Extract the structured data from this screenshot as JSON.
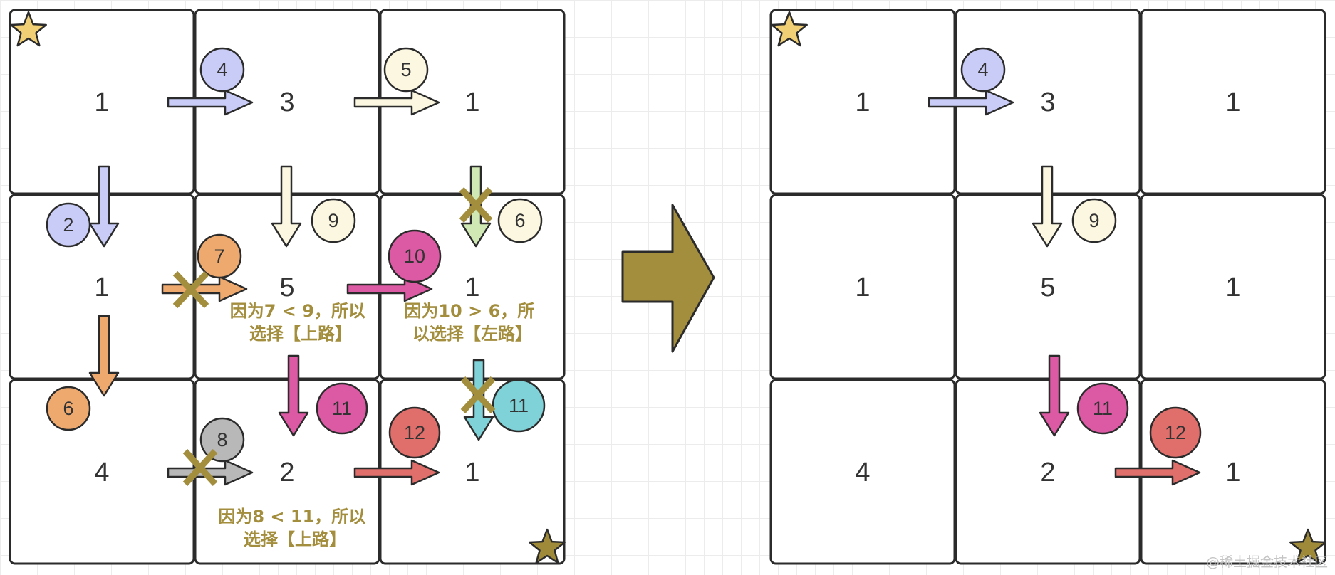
{
  "colors": {
    "cell_stroke": "#2b2b2b",
    "cell_fill": "#ffffff",
    "star_gold": "#f0cf75",
    "star_olive": "#9e8a38",
    "cross": "#a38e3e",
    "big_arrow": "#a38e3e",
    "note": "#a38e3e"
  },
  "left_grid": {
    "cells": [
      [
        "1",
        "3",
        "1"
      ],
      [
        "1",
        "5",
        "1"
      ],
      [
        "4",
        "2",
        "1"
      ]
    ]
  },
  "right_grid": {
    "cells": [
      [
        "1",
        "3",
        "1"
      ],
      [
        "1",
        "5",
        "1"
      ],
      [
        "4",
        "2",
        "1"
      ]
    ]
  },
  "left_badges": [
    {
      "label": "4",
      "color": "#c9ccf6"
    },
    {
      "label": "5",
      "color": "#fbf7e0"
    },
    {
      "label": "2",
      "color": "#c9ccf6"
    },
    {
      "label": "9",
      "color": "#fbf7e0"
    },
    {
      "label": "6",
      "color": "#fbf7e0"
    },
    {
      "label": "7",
      "color": "#eea96e"
    },
    {
      "label": "10",
      "color": "#dc5aa4"
    },
    {
      "label": "6",
      "color": "#eea96e"
    },
    {
      "label": "11",
      "color": "#dc5aa4"
    },
    {
      "label": "11",
      "color": "#7fd2d8"
    },
    {
      "label": "8",
      "color": "#b8b8b8"
    },
    {
      "label": "12",
      "color": "#e06f6c"
    }
  ],
  "right_badges": [
    {
      "label": "4",
      "color": "#c9ccf6"
    },
    {
      "label": "9",
      "color": "#fbf7e0"
    },
    {
      "label": "11",
      "color": "#dc5aa4"
    },
    {
      "label": "12",
      "color": "#e06f6c"
    }
  ],
  "notes": {
    "note_7_9": [
      "因为7 < 9，所以",
      "选择【上路】"
    ],
    "note_10_6": [
      "因为10 > 6，所",
      "以选择【左路】"
    ],
    "note_8_11": [
      "因为8 < 11，所以",
      "选择【上路】"
    ]
  },
  "watermark": "@稀土掘金技术社区"
}
